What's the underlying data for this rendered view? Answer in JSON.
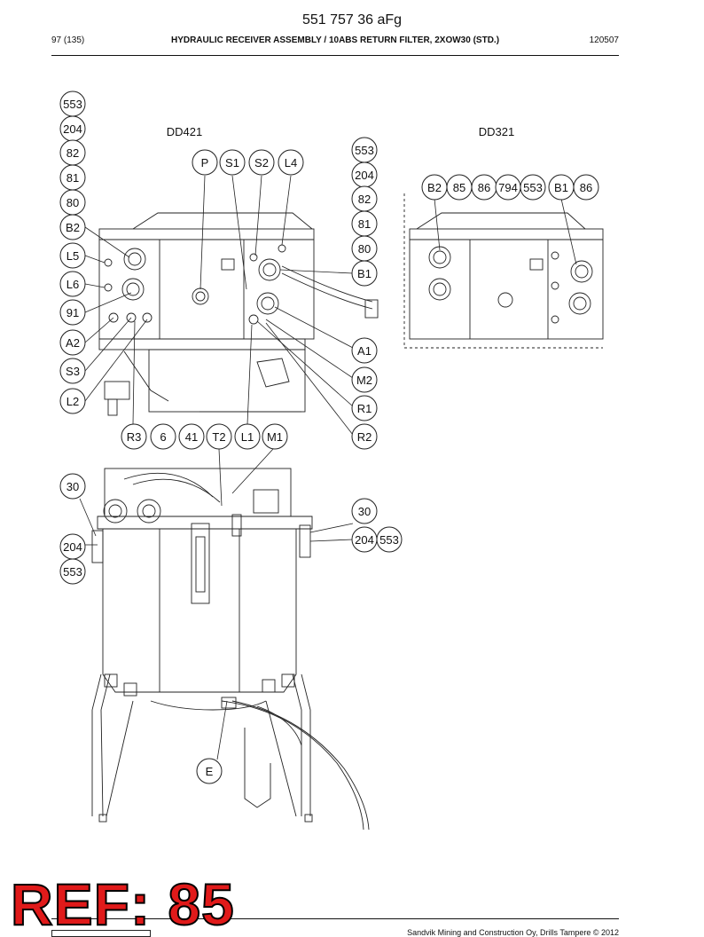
{
  "header": {
    "doc_number": "551 757 36 aFg",
    "page": "97 (135)",
    "title": "HYDRAULIC RECEIVER ASSEMBLY / 10ABS RETURN FILTER, 2XOW30 (STD.)",
    "date_code": "120507"
  },
  "views": {
    "left_label": "DD421",
    "right_label": "DD321"
  },
  "callouts": [
    {
      "id": "c553a",
      "label": "553"
    },
    {
      "id": "c204a",
      "label": "204"
    },
    {
      "id": "c82a",
      "label": "82"
    },
    {
      "id": "c81a",
      "label": "81"
    },
    {
      "id": "c80a",
      "label": "80"
    },
    {
      "id": "cB2a",
      "label": "B2"
    },
    {
      "id": "cL5",
      "label": "L5"
    },
    {
      "id": "cL6",
      "label": "L6"
    },
    {
      "id": "c91",
      "label": "91"
    },
    {
      "id": "cA2",
      "label": "A2"
    },
    {
      "id": "cS3",
      "label": "S3"
    },
    {
      "id": "cL2",
      "label": "L2"
    },
    {
      "id": "cP",
      "label": "P"
    },
    {
      "id": "cS1",
      "label": "S1"
    },
    {
      "id": "cS2",
      "label": "S2"
    },
    {
      "id": "cL4",
      "label": "L4"
    },
    {
      "id": "c553b",
      "label": "553"
    },
    {
      "id": "c204b",
      "label": "204"
    },
    {
      "id": "c82b",
      "label": "82"
    },
    {
      "id": "c81b",
      "label": "81"
    },
    {
      "id": "c80b",
      "label": "80"
    },
    {
      "id": "cB1a",
      "label": "B1"
    },
    {
      "id": "cA1",
      "label": "A1"
    },
    {
      "id": "cM2",
      "label": "M2"
    },
    {
      "id": "cR1",
      "label": "R1"
    },
    {
      "id": "cR2",
      "label": "R2"
    },
    {
      "id": "cR3",
      "label": "R3"
    },
    {
      "id": "c6",
      "label": "6"
    },
    {
      "id": "c41",
      "label": "41"
    },
    {
      "id": "cT2",
      "label": "T2"
    },
    {
      "id": "cL1",
      "label": "L1"
    },
    {
      "id": "cM1",
      "label": "M1"
    },
    {
      "id": "cB2b",
      "label": "B2"
    },
    {
      "id": "c85",
      "label": "85"
    },
    {
      "id": "c86a",
      "label": "86"
    },
    {
      "id": "c794",
      "label": "794"
    },
    {
      "id": "c553c",
      "label": "553"
    },
    {
      "id": "cB1b",
      "label": "B1"
    },
    {
      "id": "c86b",
      "label": "86"
    },
    {
      "id": "c30a",
      "label": "30"
    },
    {
      "id": "c204c",
      "label": "204"
    },
    {
      "id": "c553d",
      "label": "553"
    },
    {
      "id": "c30b",
      "label": "30"
    },
    {
      "id": "c204d",
      "label": "204"
    },
    {
      "id": "c553e",
      "label": "553"
    },
    {
      "id": "cE",
      "label": "E"
    }
  ],
  "stamp": {
    "text": "REF: 85",
    "color": "#e01a1a"
  },
  "footer": {
    "copyright": "Sandvik Mining and Construction Oy, Drills Tampere © 2012"
  }
}
